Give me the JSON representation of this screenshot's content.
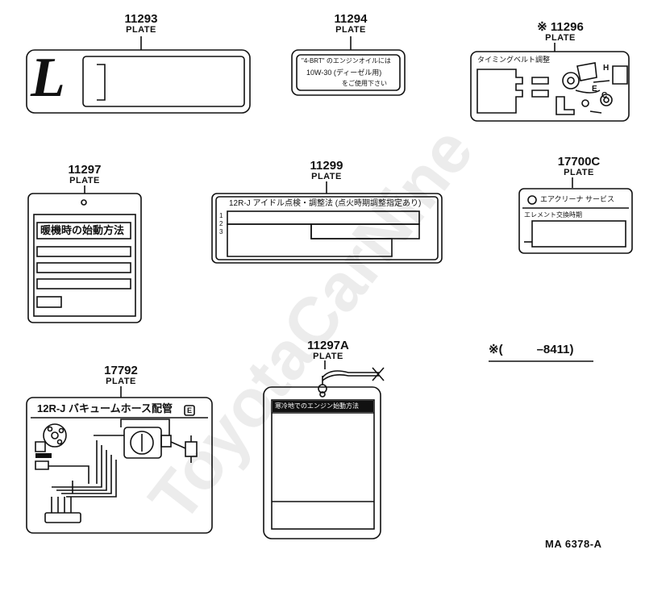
{
  "parts": {
    "p11293": {
      "number": "11293",
      "caption": "PLATE",
      "letter": "L"
    },
    "p11294": {
      "number": "11294",
      "caption": "PLATE",
      "line1": "\"4-BRT\" のエンジンオイルには",
      "line2": "10W-30 (ディーゼル用)",
      "line3": "をご使用下さい"
    },
    "p11296": {
      "number": "11296",
      "caption": "PLATE",
      "mark": "※",
      "title": "タイミングベルト調整",
      "tag_h": "H",
      "tag_e": "E",
      "tag_c": "C"
    },
    "p11297": {
      "number": "11297",
      "caption": "PLATE",
      "title": "暖機時の始動方法"
    },
    "p11299": {
      "number": "11299",
      "caption": "PLATE",
      "title": "12R-J アイドル点検・調整法 (点火時期調整指定あり)",
      "row1": "1",
      "row2": "2",
      "row3": "3"
    },
    "p17700c": {
      "number": "17700C",
      "caption": "PLATE",
      "title": "エアクリーナ サービス",
      "subtitle": "エレメント交換時期"
    },
    "p17792": {
      "number": "17792",
      "caption": "PLATE",
      "title": "12R-J バキュームホース配管",
      "badge": "E"
    },
    "p11297a": {
      "number": "11297A",
      "caption": "PLATE",
      "title": "寒冷地でのエンジン始動方法"
    }
  },
  "note": {
    "mark": "※",
    "open": "(",
    "range": "–8411",
    "close": ")"
  },
  "footer": {
    "code": "MA 6378-A"
  },
  "watermark": "ToyotaCarNine"
}
